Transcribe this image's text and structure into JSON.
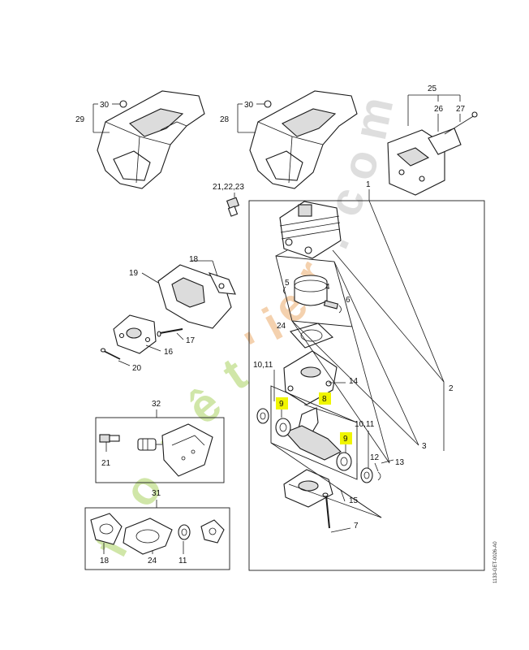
{
  "callouts": {
    "c29": "29",
    "c30a": "30",
    "c28": "28",
    "c30b": "30",
    "c25": "25",
    "c26": "26",
    "c27": "27",
    "c212223": "21,22,23",
    "c1": "1",
    "c18a": "18",
    "c19": "19",
    "c17": "17",
    "c16": "16",
    "c20": "20",
    "c5": "5",
    "c4": "4",
    "c6": "6",
    "c24a": "24",
    "c1011a": "10,11",
    "c14": "14",
    "c2": "2",
    "c9a": "9",
    "c8": "8",
    "c9b": "9",
    "c1011b": "10,11",
    "c3": "3",
    "c12": "12",
    "c13": "13",
    "c15": "15",
    "c7": "7",
    "c32": "32",
    "c21b": "21",
    "c31": "31",
    "c18b": "18",
    "c24b": "24",
    "c11": "11"
  },
  "highlight_color": "#f0f500",
  "watermark": {
    "text": "forêt'ier.com",
    "colors": [
      "#c8e29a",
      "#f3c9a0",
      "#d9d9d9"
    ]
  },
  "side_code": "1133-GET-0026-A0"
}
